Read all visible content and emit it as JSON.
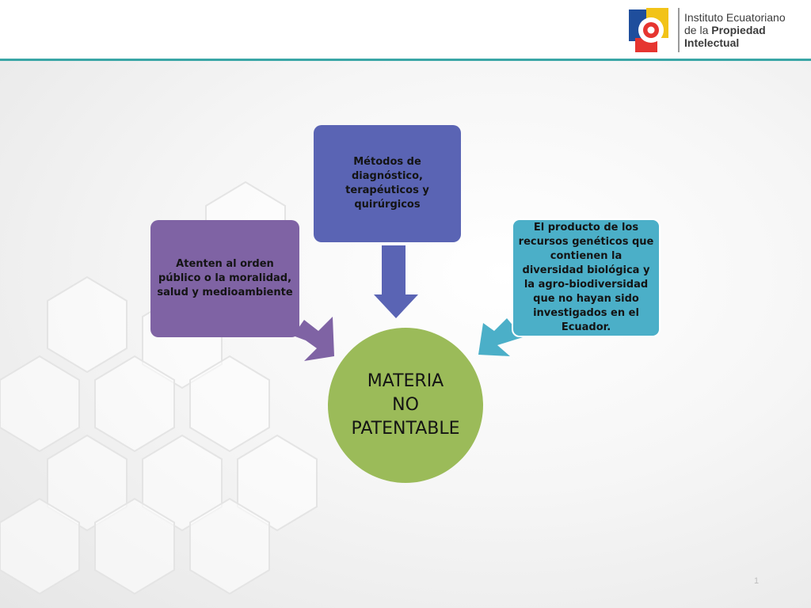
{
  "header": {
    "logo_line1": "Instituto Ecuatoriano",
    "logo_line2_prefix": "de la ",
    "logo_line2_bold": "Propiedad",
    "logo_line3": "Intelectual",
    "accent_color": "#3aa6a6"
  },
  "diagram": {
    "center": {
      "text": "MATERIA NO PATENTABLE",
      "line1": "MATERIA",
      "line2": "NO",
      "line3": "PATENTABLE",
      "color": "#9bbb59"
    },
    "nodes": [
      {
        "id": "top",
        "text": "Métodos de diagnóstico, terapéuticos y quirúrgicos",
        "color": "#5a64b4"
      },
      {
        "id": "left",
        "text": "Atenten al orden público o la moralidad,  salud  y medioambiente",
        "color": "#7f63a4"
      },
      {
        "id": "right",
        "text": "El producto de los recursos genéticos que contienen la diversidad biológica y la agro-biodiversidad que no hayan sido investigados en el Ecuador.",
        "color": "#4bafc8"
      }
    ]
  },
  "footer": {
    "page_number": "1"
  }
}
